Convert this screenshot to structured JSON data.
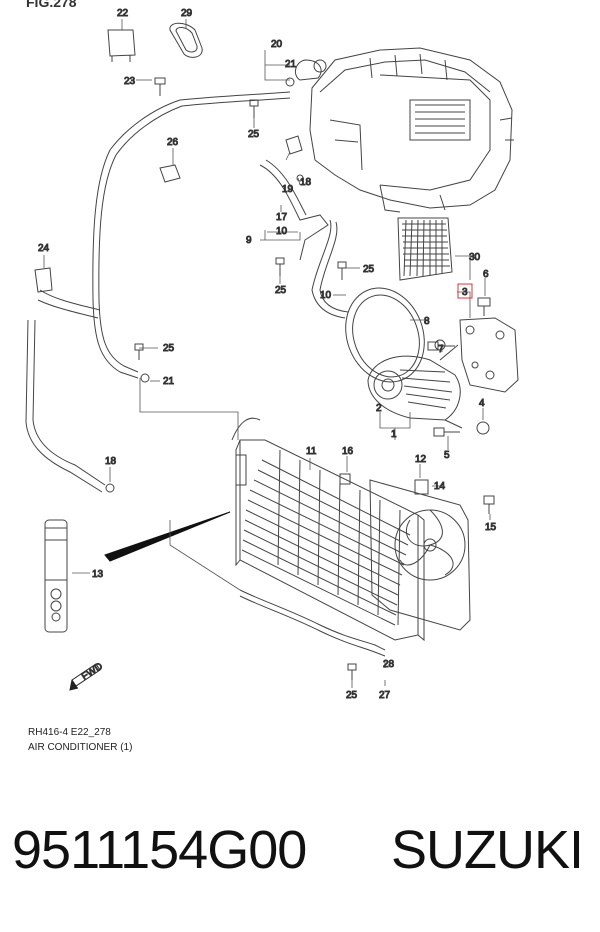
{
  "figure": {
    "label": "FIG.278",
    "code": "RH416-4 E22_278",
    "title": "AIR CONDITIONER (1)"
  },
  "callouts": {
    "c1": "1",
    "c2": "2",
    "c3": "3",
    "c4": "4",
    "c5": "5",
    "c6": "6",
    "c7": "7",
    "c8": "8",
    "c9": "9",
    "c10a": "10",
    "c10b": "10",
    "c11": "11",
    "c12": "12",
    "c13": "13",
    "c14": "14",
    "c15": "15",
    "c16": "16",
    "c17": "17",
    "c18a": "18",
    "c18b": "18",
    "c19": "19",
    "c20": "20",
    "c21a": "21",
    "c21b": "21",
    "c22": "22",
    "c23": "23",
    "c24": "24",
    "c25a": "25",
    "c25b": "25",
    "c25c": "25",
    "c25d": "25",
    "c25e": "25",
    "c26": "26",
    "c27": "27",
    "c28": "28",
    "c29": "29",
    "c30": "30"
  },
  "fwd_marker": "FWD",
  "highlight_color": "#e0303a",
  "part_number": "9511154G00",
  "brand": "SUZUKI"
}
